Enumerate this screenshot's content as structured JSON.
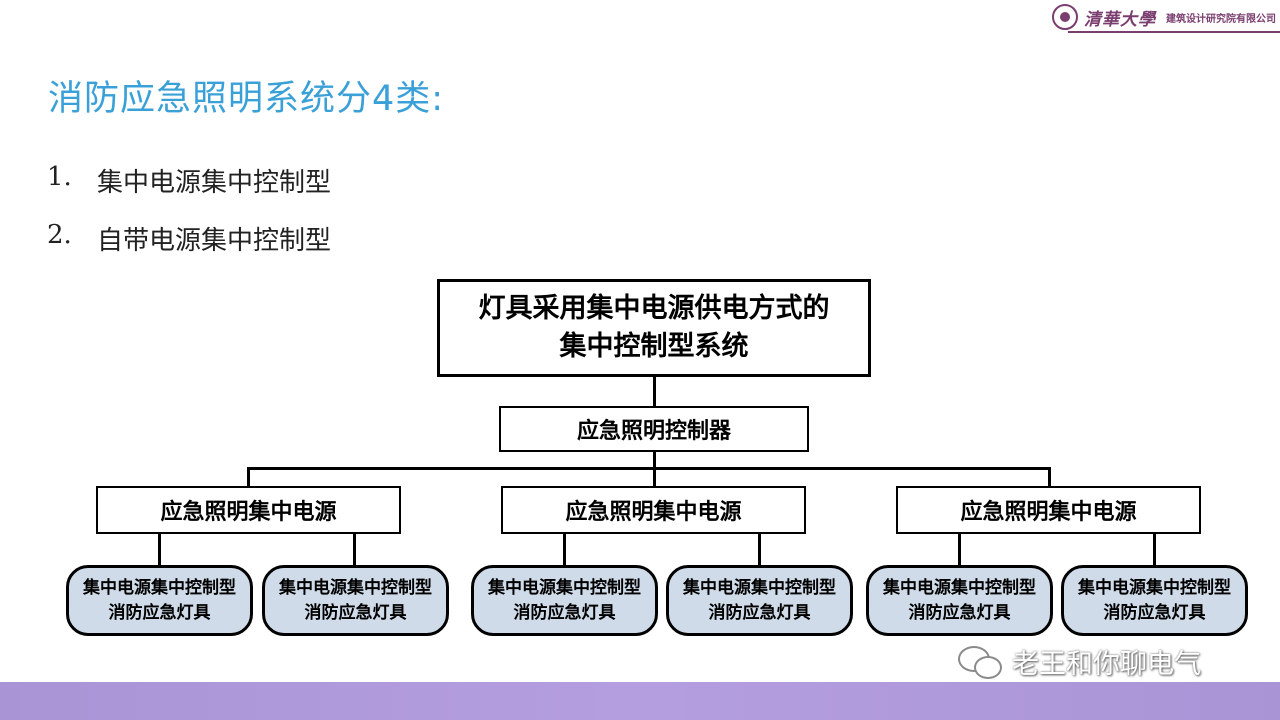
{
  "header": {
    "university": "清華大學",
    "institute": "建筑设计研究院有限公司",
    "brand_color": "#7a3d6f"
  },
  "title": "消防应急照明系统分4类:",
  "title_color": "#3aa0d8",
  "list": [
    {
      "num": "1.",
      "text": "集中电源集中控制型"
    },
    {
      "num": "2.",
      "text": "自带电源集中控制型"
    }
  ],
  "diagram": {
    "root": {
      "line1": "灯具采用集中电源供电方式的",
      "line2": "集中控制型系统"
    },
    "controller": "应急照明控制器",
    "power_sources": [
      {
        "label": "应急照明集中电源",
        "lamps": [
          {
            "line1": "集中电源集中控制型",
            "line2": "消防应急灯具"
          },
          {
            "line1": "集中电源集中控制型",
            "line2": "消防应急灯具"
          }
        ]
      },
      {
        "label": "应急照明集中电源",
        "lamps": [
          {
            "line1": "集中电源集中控制型",
            "line2": "消防应急灯具"
          },
          {
            "line1": "集中电源集中控制型",
            "line2": "消防应急灯具"
          }
        ]
      },
      {
        "label": "应急照明集中电源",
        "lamps": [
          {
            "line1": "集中电源集中控制型",
            "line2": "消防应急灯具"
          },
          {
            "line1": "集中电源集中控制型",
            "line2": "消防应急灯具"
          }
        ]
      }
    ],
    "lamp_fill": "#cfdbe9"
  },
  "watermark": "老王和你聊电气",
  "footer_color": "#b09bdc"
}
